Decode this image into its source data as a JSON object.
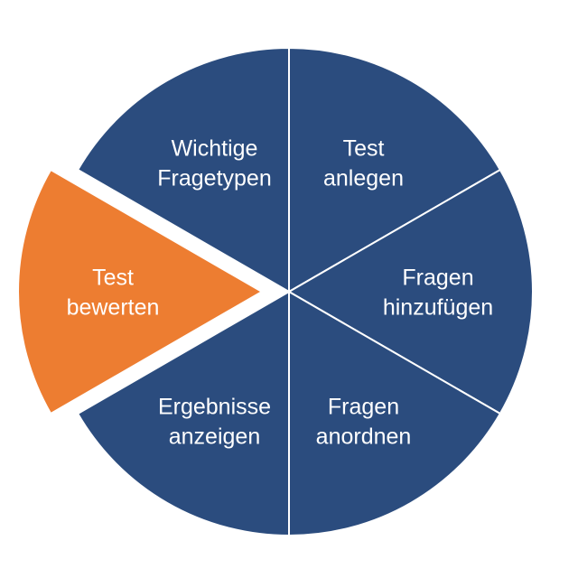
{
  "diagram": {
    "colors": {
      "default": "#2b4c7e",
      "highlight": "#ed7d31",
      "separator": "#ffffff"
    },
    "segments": [
      {
        "lines": [
          "Test",
          "anlegen"
        ],
        "highlighted": false
      },
      {
        "lines": [
          "Fragen",
          "hinzufügen"
        ],
        "highlighted": false
      },
      {
        "lines": [
          "Fragen",
          "anordnen"
        ],
        "highlighted": false
      },
      {
        "lines": [
          "Ergebnisse",
          "anzeigen"
        ],
        "highlighted": false
      },
      {
        "lines": [
          "Test",
          "bewerten"
        ],
        "highlighted": true
      },
      {
        "lines": [
          "Wichtige",
          "Fragetypen"
        ],
        "highlighted": false
      }
    ]
  }
}
